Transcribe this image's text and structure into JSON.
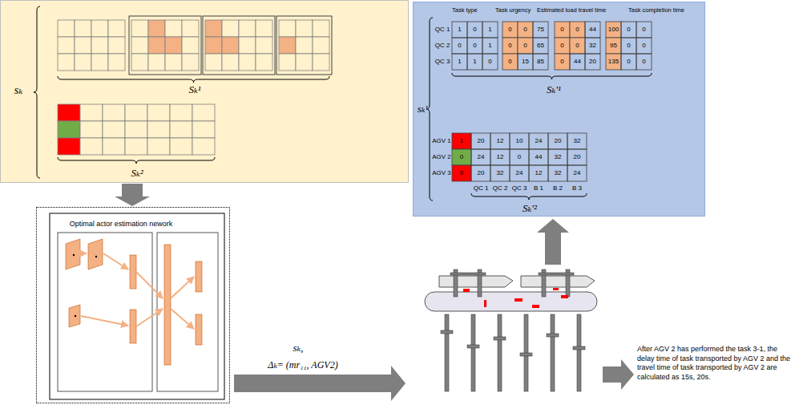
{
  "diagram": {
    "nodes": [
      {
        "text": [
          "sₖ",
          "Sₖ¹",
          "Sₖ²"
        ]
      },
      {
        "text": [
          "sₖ′",
          "Sₖ′¹",
          "Sₖ′²"
        ]
      },
      {
        "text": [
          "Optimal actor estimation nework"
        ]
      }
    ],
    "edges": [
      {
        "from": 0,
        "to": 2,
        "arrow": "to"
      }
    ],
    "labels": [
      "Task type",
      "Task urgency",
      "Estimated load travel time",
      "Task completion time",
      "QC 1",
      "QC 2",
      "QC 3",
      "1",
      "0",
      "1",
      "0",
      "0",
      "75",
      "0",
      "0",
      "44",
      "100",
      "0",
      "0",
      "0",
      "0",
      "1",
      "0",
      "0",
      "65",
      "0",
      "0",
      "32",
      "95",
      "0",
      "0",
      "1",
      "1",
      "0",
      "0",
      "15",
      "85",
      "0",
      "44",
      "20",
      "135",
      "0",
      "0",
      "AGV 1",
      "AGV 2",
      "AGV 3",
      "1",
      "20",
      "12",
      "10",
      "24",
      "20",
      "32",
      "0",
      "24",
      "12",
      "0",
      "44",
      "32",
      "20",
      "0",
      "20",
      "32",
      "24",
      "12",
      "32",
      "24",
      "QC 1",
      "QC 2",
      "QC 3",
      "B 1",
      "B 2",
      "B 3",
      "sₖ,",
      "Δₖ= (mr₁₁, AGV2)",
      "After AGV 2 has performed the task 3-1, the delay time of task transported by AGV 2 and the travel time of task transported by AGV 2 are calculated as 15s, 20s."
    ]
  }
}
